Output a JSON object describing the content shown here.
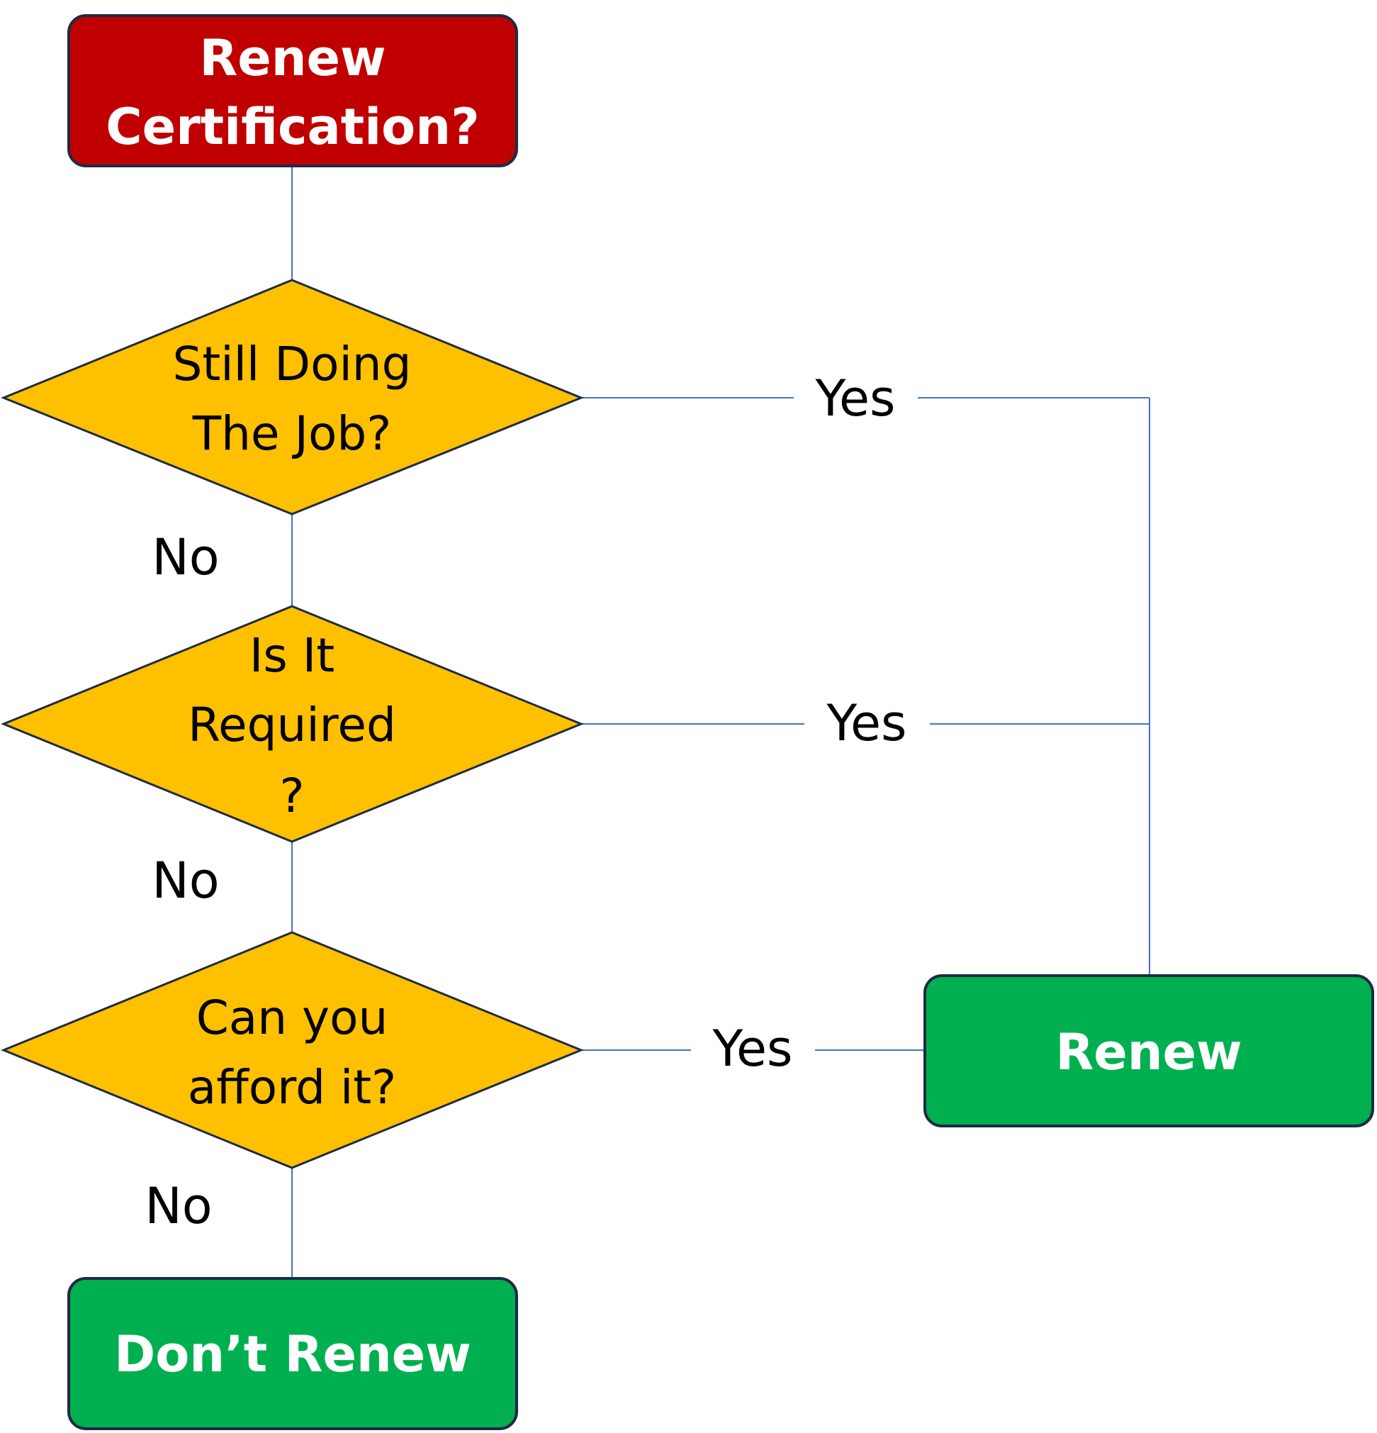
{
  "colors": {
    "start_fill": "#c00000",
    "decision_fill": "#ffc000",
    "outcome_fill": "#00b050",
    "node_border": "#1f2a44",
    "connector": "#4472c4"
  },
  "start": {
    "lines": [
      "Renew",
      "Certification?"
    ]
  },
  "decisions": [
    {
      "lines": [
        "Still Doing",
        "The Job?"
      ]
    },
    {
      "lines": [
        "Is It",
        "Required",
        "?"
      ]
    },
    {
      "lines": [
        "Can you",
        "afford it?"
      ]
    }
  ],
  "outcomes": {
    "renew": "Renew",
    "dont_renew": "Don’t Renew"
  },
  "edge_labels": {
    "yes_1": "Yes",
    "yes_2": "Yes",
    "yes_3": "Yes",
    "no_1": "No",
    "no_2": "No",
    "no_3": "No"
  }
}
